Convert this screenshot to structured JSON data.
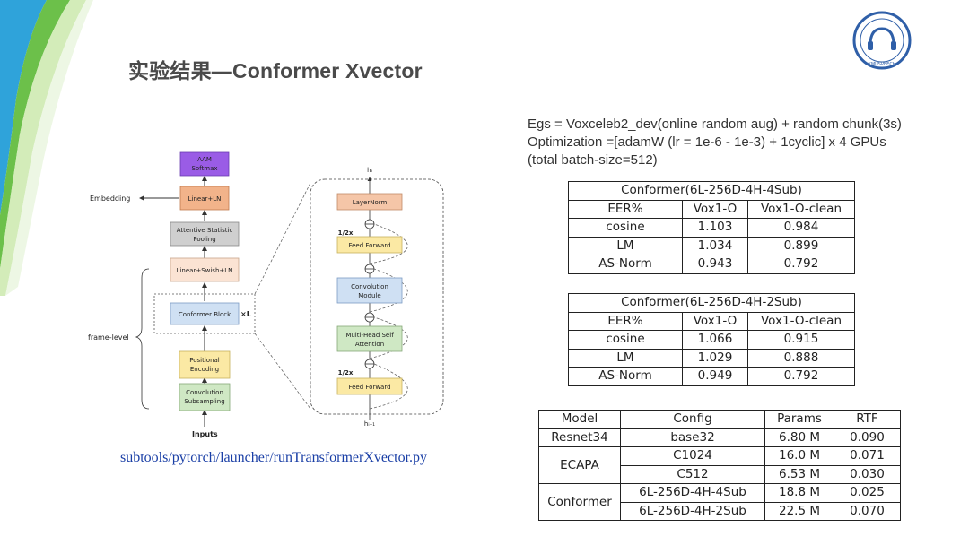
{
  "title": "实验结果—Conformer Xvector",
  "logo_text": "XMUSPEECH",
  "info": [
    "Egs = Voxceleb2_dev(online random aug) + random chunk(3s)",
    "Optimization =[adamW (lr = 1e-6 - 1e-3) + 1cyclic] x 4 GPUs",
    "(total batch-size=512)"
  ],
  "table1": {
    "title": "Conformer(6L-256D-4H-4Sub)",
    "headers": [
      "EER%",
      "Vox1-O",
      "Vox1-O-clean"
    ],
    "rows": [
      [
        "cosine",
        "1.103",
        "0.984"
      ],
      [
        "LM",
        "1.034",
        "0.899"
      ],
      [
        "AS-Norm",
        "0.943",
        "0.792"
      ]
    ]
  },
  "table2": {
    "title": "Conformer(6L-256D-4H-2Sub)",
    "headers": [
      "EER%",
      "Vox1-O",
      "Vox1-O-clean"
    ],
    "rows": [
      [
        "cosine",
        "1.066",
        "0.915"
      ],
      [
        "LM",
        "1.029",
        "0.888"
      ],
      [
        "AS-Norm",
        "0.949",
        "0.792"
      ]
    ]
  },
  "table3": {
    "headers": [
      "Model",
      "Config",
      "Params",
      "RTF"
    ],
    "resnet": {
      "model": "Resnet34",
      "config": "base32",
      "params": "6.80 M",
      "rtf": "0.090"
    },
    "ecapa": {
      "model": "ECAPA",
      "rows": [
        {
          "config": "C1024",
          "params": "16.0 M",
          "rtf": "0.071"
        },
        {
          "config": "C512",
          "params": "6.53 M",
          "rtf": "0.030"
        }
      ]
    },
    "conformer": {
      "model": "Conformer",
      "rows": [
        {
          "config": "6L-256D-4H-4Sub",
          "params": "18.8 M",
          "rtf": "0.025"
        },
        {
          "config": "6L-256D-4H-2Sub",
          "params": "22.5 M",
          "rtf": "0.070"
        }
      ]
    }
  },
  "diagram": {
    "aam": [
      "AAM",
      "Softmax"
    ],
    "linear_ln": "Linear+LN",
    "embedding": "Embedding",
    "pooling": [
      "Attentive Statistic",
      "Pooling"
    ],
    "linear_swish": "Linear+Swish+LN",
    "conformer_block": "Conformer Block",
    "times_l": "×L",
    "frame_level": "frame-level",
    "positional": [
      "Positional",
      "Encoding"
    ],
    "conv_sub": [
      "Convolution",
      "Subsampling"
    ],
    "inputs": "Inputs",
    "layernorm": "LayerNorm",
    "half": "1/2x",
    "feed_forward": "Feed Forward",
    "conv_module": [
      "Convolution",
      "Module"
    ],
    "mhsa": [
      "Multi-Head Self",
      "Attention"
    ],
    "hi": "hᵢ",
    "hi1": "hᵢ₋₁"
  },
  "link": "subtools/pytorch/launcher/runTransformerXvector.py"
}
